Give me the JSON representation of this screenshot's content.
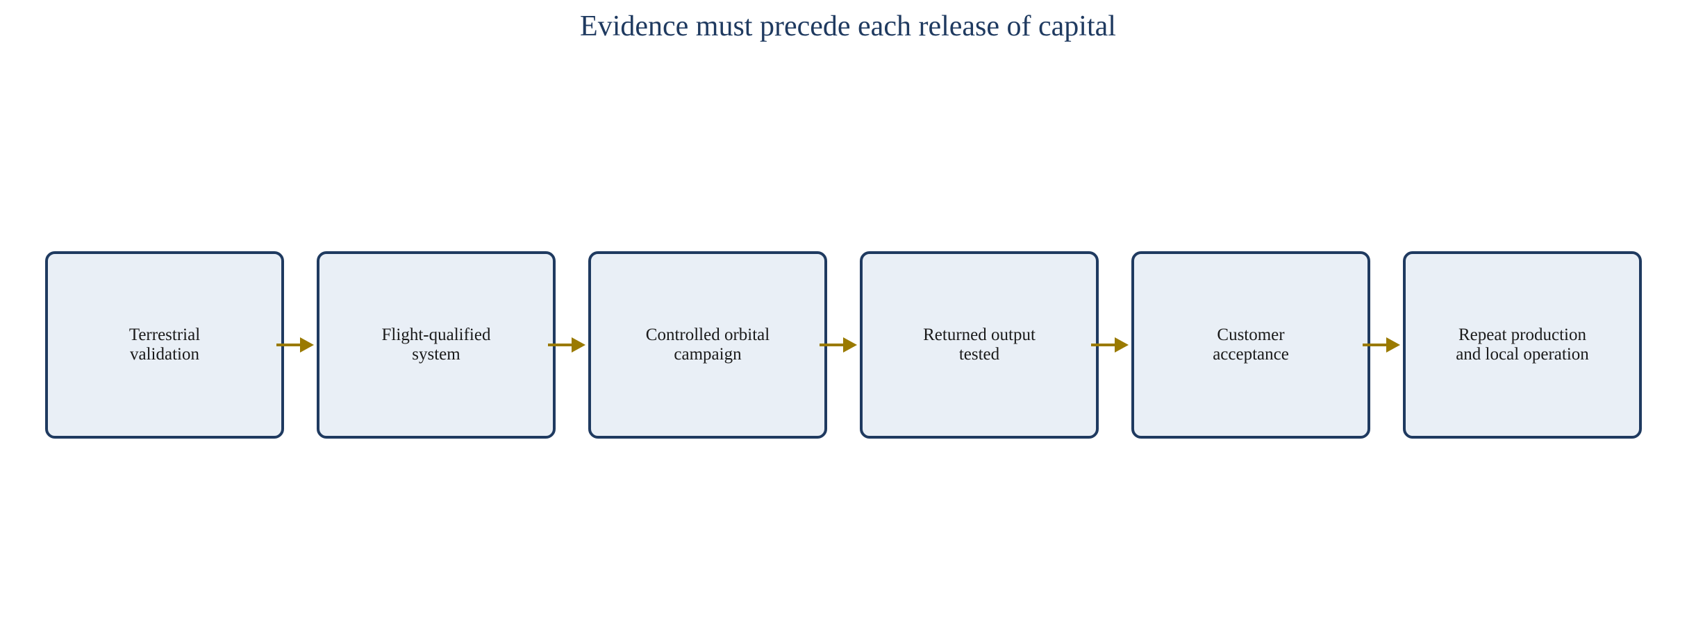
{
  "title": "Evidence must precede each release of capital",
  "colors": {
    "title": "#1f3a60",
    "box_border": "#1f3a60",
    "box_fill": "#e9eff6",
    "arrow": "#9a7a00",
    "text": "#1a1a1a"
  },
  "steps": [
    {
      "label": "Terrestrial\nvalidation"
    },
    {
      "label": "Flight-qualified\nsystem"
    },
    {
      "label": "Controlled orbital\ncampaign"
    },
    {
      "label": "Returned output\ntested"
    },
    {
      "label": "Customer\nacceptance"
    },
    {
      "label": "Repeat production\nand local operation"
    }
  ]
}
